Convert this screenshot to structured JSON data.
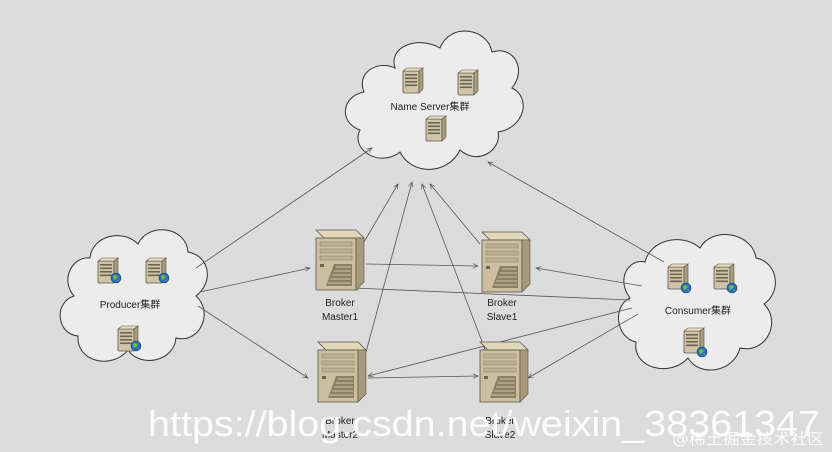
{
  "clusters": {
    "name_server": "Name Server集群",
    "producer": "Producer集群",
    "consumer": "Consumer集群"
  },
  "brokers": {
    "master1": [
      "Broker",
      "Master1"
    ],
    "slave1": [
      "Broker",
      "Slave1"
    ],
    "master2": [
      "Broker",
      "Master2"
    ],
    "slave2": [
      "Broker",
      "Slave2"
    ]
  },
  "watermark": {
    "url": "https://blog.csdn.net/weixin_38361347",
    "site": "@稀土掘金技术社区"
  },
  "colors": {
    "background": "#dcdcdc",
    "cloud_fill": "#ececec",
    "line": "#555555",
    "server_body": "#cfc4a8"
  }
}
